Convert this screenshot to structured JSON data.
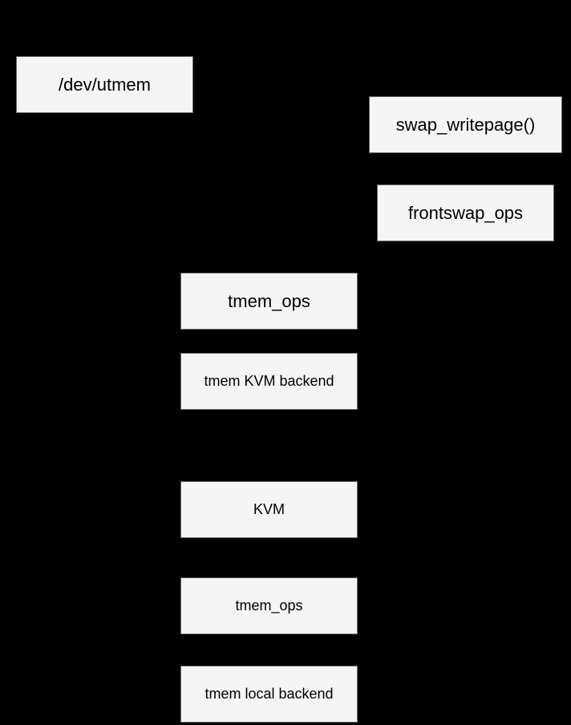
{
  "diagram": {
    "background": "#000000",
    "node_fill": "#f5f5f5",
    "node_border": "#666666",
    "nodes": {
      "utmem": "/dev/utmem",
      "swap_writepage": "swap_writepage()",
      "frontswap_ops": "frontswap_ops",
      "tmem_ops_upper": "tmem_ops",
      "tmem_kvm_backend": "tmem KVM backend",
      "kvm": "KVM",
      "tmem_ops_lower": "tmem_ops",
      "tmem_local_backend": "tmem local backend"
    }
  }
}
